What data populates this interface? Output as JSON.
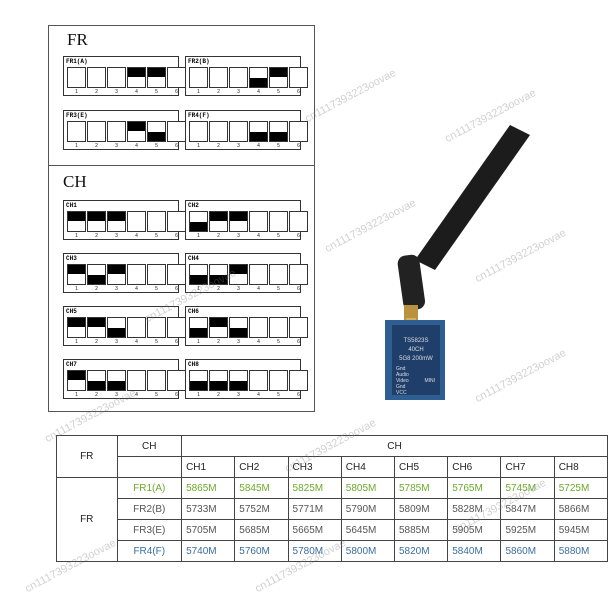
{
  "fr_section": {
    "title": "FR",
    "switches": [
      {
        "label": "FR1(A)",
        "states": [
          "off",
          "off",
          "off",
          "up",
          "up",
          "off"
        ]
      },
      {
        "label": "FR2(B)",
        "states": [
          "off",
          "off",
          "off",
          "down",
          "up",
          "off"
        ]
      },
      {
        "label": "FR3(E)",
        "states": [
          "off",
          "off",
          "off",
          "up",
          "down",
          "off"
        ]
      },
      {
        "label": "FR4(F)",
        "states": [
          "off",
          "off",
          "off",
          "down",
          "down",
          "off"
        ]
      }
    ]
  },
  "ch_section": {
    "title": "CH",
    "switches": [
      {
        "label": "CH1",
        "states": [
          "up",
          "up",
          "up",
          "off",
          "off",
          "off"
        ]
      },
      {
        "label": "CH2",
        "states": [
          "down",
          "up",
          "up",
          "off",
          "off",
          "off"
        ]
      },
      {
        "label": "CH3",
        "states": [
          "up",
          "down",
          "up",
          "off",
          "off",
          "off"
        ]
      },
      {
        "label": "CH4",
        "states": [
          "down",
          "down",
          "up",
          "off",
          "off",
          "off"
        ]
      },
      {
        "label": "CH5",
        "states": [
          "up",
          "up",
          "down",
          "off",
          "off",
          "off"
        ]
      },
      {
        "label": "CH6",
        "states": [
          "down",
          "up",
          "down",
          "off",
          "off",
          "off"
        ]
      },
      {
        "label": "CH7",
        "states": [
          "up",
          "down",
          "down",
          "off",
          "off",
          "off"
        ]
      },
      {
        "label": "CH8",
        "states": [
          "down",
          "down",
          "down",
          "off",
          "off",
          "off"
        ]
      }
    ],
    "pin_numbers": [
      "1",
      "2",
      "3",
      "4",
      "5",
      "6"
    ]
  },
  "module": {
    "line1": "TS5823S",
    "line2": "40CH",
    "line3": "5G8 200mW",
    "side_labels": [
      "Gnd",
      "Audio",
      "Video",
      "Gnd",
      "VCC"
    ],
    "mini": "MINI",
    "colors": {
      "antenna": "#1c1c1c",
      "board": "#2f5e93",
      "module_body": "#1f3e6a",
      "gold": "#c8a046"
    }
  },
  "table": {
    "corner_fr": "FR",
    "corner_ch": "CH",
    "ch_header": "CH",
    "fr_side": "FR",
    "columns": [
      "CH1",
      "CH2",
      "CH3",
      "CH4",
      "CH5",
      "CH6",
      "CH7",
      "CH8"
    ],
    "rows": [
      {
        "name": "FR1(A)",
        "color": "green",
        "values": [
          "5865M",
          "5845M",
          "5825M",
          "5805M",
          "5785M",
          "5765M",
          "5745M",
          "5725M"
        ]
      },
      {
        "name": "FR2(B)",
        "color": "grey",
        "values": [
          "5733M",
          "5752M",
          "5771M",
          "5790M",
          "5809M",
          "5828M",
          "5847M",
          "5866M"
        ]
      },
      {
        "name": "FR3(E)",
        "color": "grey",
        "values": [
          "5705M",
          "5685M",
          "5665M",
          "5645M",
          "5885M",
          "5905M",
          "5925M",
          "5945M"
        ]
      },
      {
        "name": "FR4(F)",
        "color": "blue",
        "values": [
          "5740M",
          "5760M",
          "5780M",
          "5800M",
          "5820M",
          "5840M",
          "5860M",
          "5880M"
        ]
      }
    ]
  },
  "watermark": "cn1117393223oovae"
}
